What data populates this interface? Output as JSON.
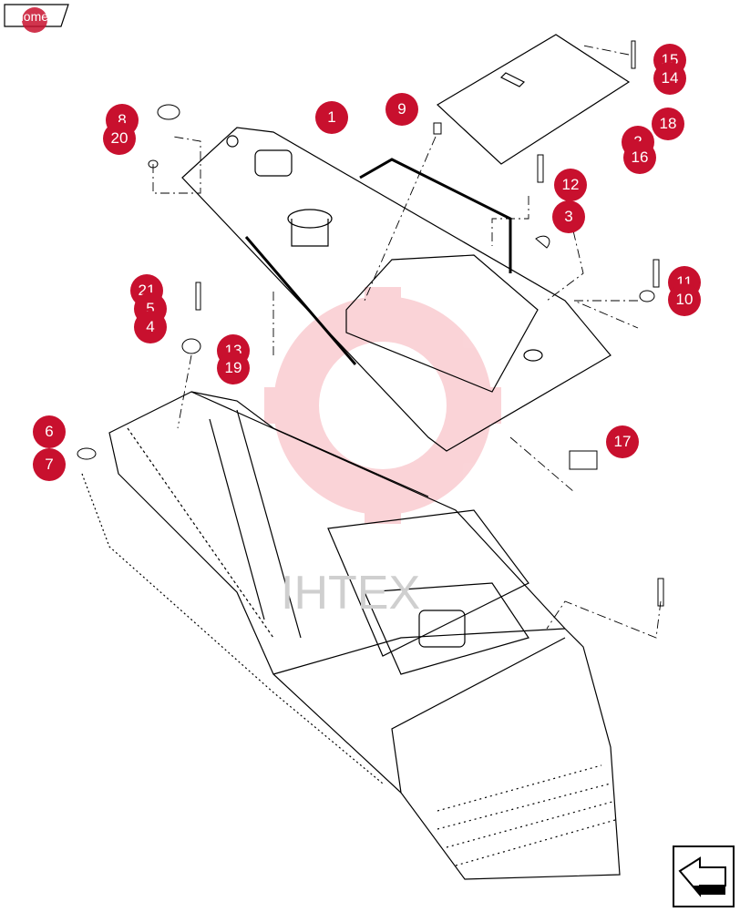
{
  "home_button": {
    "label": "home"
  },
  "watermark": {
    "text": "IHTEX"
  },
  "callouts": [
    "15",
    "14",
    "18",
    "2",
    "16",
    "8",
    "20",
    "1",
    "9",
    "12",
    "3",
    "11",
    "10",
    "21",
    "5",
    "4",
    "13",
    "19",
    "6",
    "7",
    "17"
  ],
  "colors": {
    "callout": "#c8102e",
    "line": "#000000",
    "watermark": "#f4b5bb"
  },
  "nav": {
    "icon": "next-page-arrow-icon"
  }
}
